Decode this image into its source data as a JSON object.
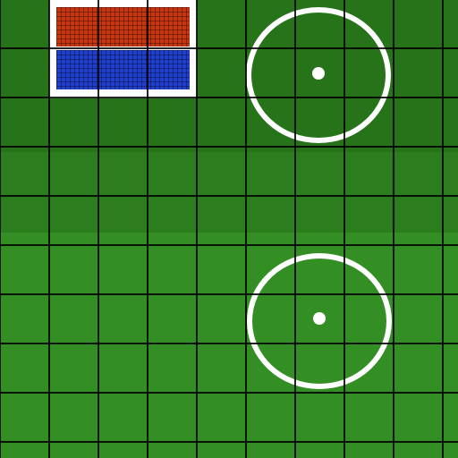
{
  "scene": {
    "type": "soccer-field-top-down",
    "grid": "on"
  },
  "colors": {
    "grass_dark": "#27731a",
    "grass_mid": "#2e8520",
    "grass_light": "#37982a",
    "lines": "#ffffff",
    "grid_lines": "#000000",
    "goal_frame": "#ffffff",
    "goal_team_a": "#c8360f",
    "goal_team_b": "#1f3fcc"
  },
  "objects": {
    "goal": {
      "team_colors": [
        "red",
        "blue"
      ]
    },
    "center_circles": [
      {
        "label": "upper-center-circle"
      },
      {
        "label": "lower-center-circle"
      }
    ]
  }
}
